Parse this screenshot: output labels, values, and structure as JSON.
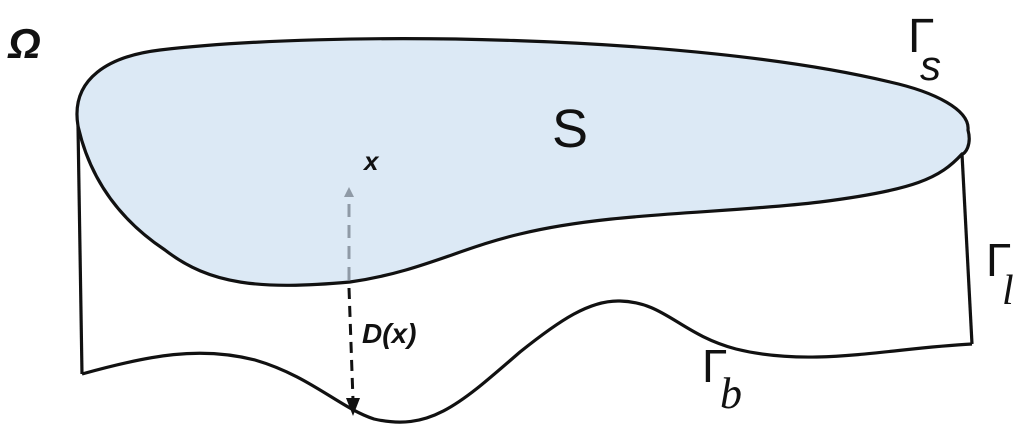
{
  "labels": {
    "domain": "Ω",
    "surface_region": "S",
    "point": "x",
    "depth": "D(x)",
    "gamma_symbol": "Γ",
    "gamma_s_sub": "s",
    "gamma_l_sub": "l",
    "gamma_b_sub": "b"
  },
  "colors": {
    "surface_fill": "#dce9f5",
    "outline": "#111111",
    "upward_arrow": "#8f9aa6",
    "depth_arrow": "#111111"
  }
}
